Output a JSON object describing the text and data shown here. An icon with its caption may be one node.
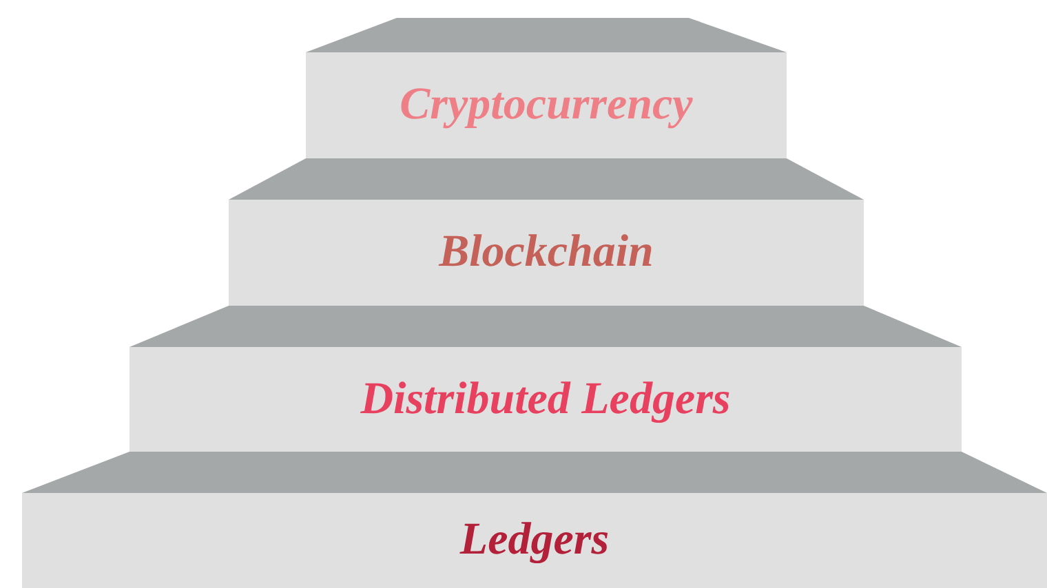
{
  "diagram": {
    "nodes": [
      {
        "text": [
          "Cryptocurrency"
        ]
      },
      {
        "text": [
          "Blockchain"
        ]
      },
      {
        "text": [
          "Distributed Ledgers"
        ]
      },
      {
        "text": [
          "Ledgers"
        ]
      }
    ]
  }
}
